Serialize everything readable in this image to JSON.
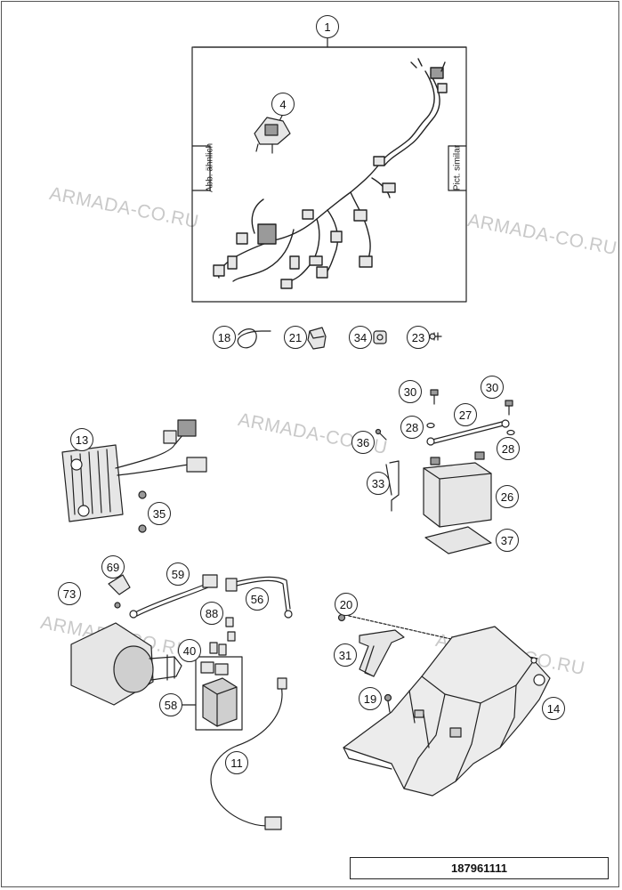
{
  "watermark": "ARMADA-CO.RU",
  "labels": {
    "abb": "Abb. ähnlich",
    "pict": "Pict. similar",
    "document_number": "187961111"
  },
  "callouts": {
    "c1": "1",
    "c4": "4",
    "c18": "18",
    "c21": "21",
    "c34": "34",
    "c23": "23",
    "c30a": "30",
    "c30b": "30",
    "c27": "27",
    "c28a": "28",
    "c28b": "28",
    "c36": "36",
    "c33": "33",
    "c26": "26",
    "c37": "37",
    "c13": "13",
    "c35": "35",
    "c69": "69",
    "c59": "59",
    "c56": "56",
    "c73": "73",
    "c88": "88",
    "c40": "40",
    "c58": "58",
    "c11": "11",
    "c20": "20",
    "c31": "31",
    "c19": "19",
    "c14": "14"
  },
  "colors": {
    "line": "#222222",
    "part_fill": "#e6e6e6",
    "part_dark": "#9a9a9a",
    "watermark": "#c9c9c9"
  }
}
